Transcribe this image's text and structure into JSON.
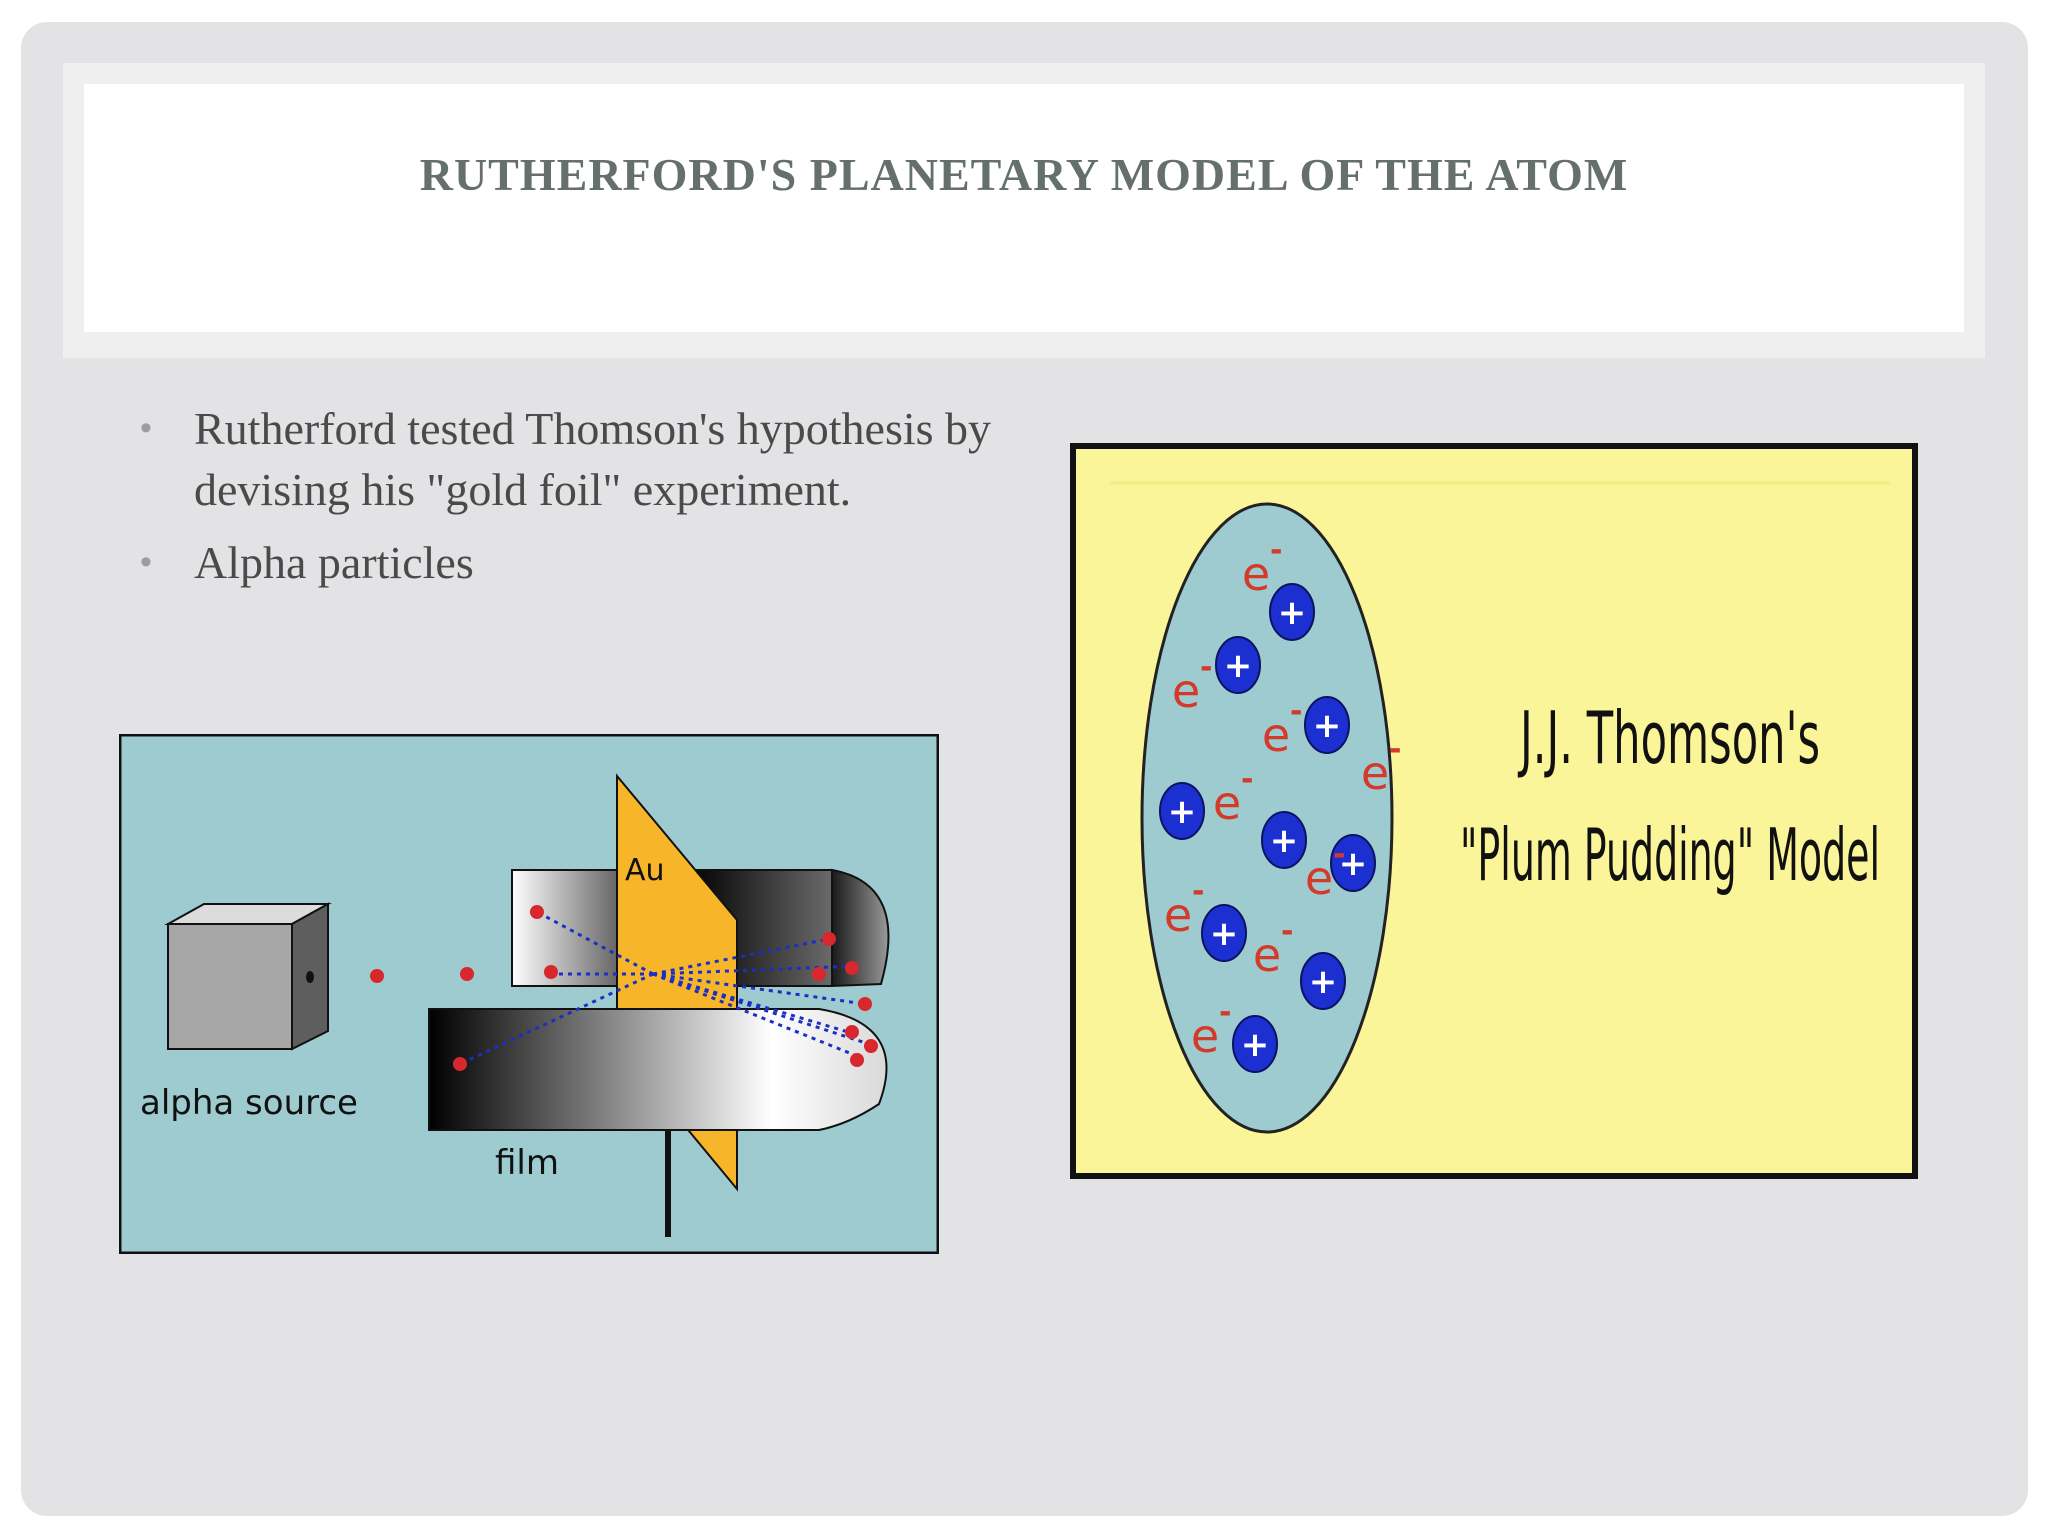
{
  "slide": {
    "title": "RUTHERFORD'S PLANETARY MODEL OF THE ATOM",
    "bullets": [
      "Rutherford tested Thomson's hypothesis by devising his \"gold foil\" experiment.",
      "Alpha particles"
    ]
  },
  "gold_foil_figure": {
    "label_source": "alpha source",
    "label_film": "film",
    "label_foil": "Au",
    "colors": {
      "background": "#9ecbcf",
      "foil": "#f7b52a",
      "particle": "#d8282d",
      "path": "#1b2fc4"
    }
  },
  "plum_pudding_figure": {
    "title_line1": "J.J. Thomson's",
    "title_line2": "\"Plum Pudding\" Model",
    "electron_label": "e",
    "electron_charge": "-",
    "proton_label": "+",
    "colors": {
      "background": "#fbf59a",
      "sphere": "#9ecbcf",
      "proton": "#1c2fd0",
      "electron": "#d23a2a"
    }
  }
}
